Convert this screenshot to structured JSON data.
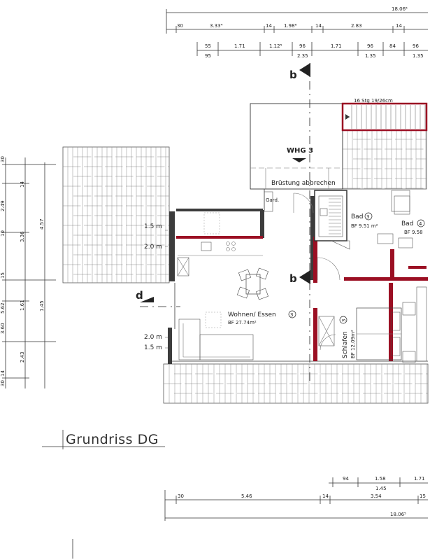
{
  "title": "Grundriss DG",
  "dims_top": {
    "overall": "18.06⁵",
    "row1": [
      "30",
      "3.33⁴",
      "14",
      "1.98⁶",
      "14",
      "2.83",
      "14"
    ],
    "row2a": [
      "55",
      "1.71",
      "1.12⁵",
      "96",
      "1.71",
      "96",
      "84",
      "96"
    ],
    "row2b": [
      "95",
      "2.35",
      "1.35",
      "1.35"
    ]
  },
  "dims_left": {
    "outer": [
      "30",
      "2.49",
      "10",
      "15",
      "3.60",
      "14",
      "30"
    ],
    "mid": [
      "14",
      "3.36",
      "1.61",
      "2.43"
    ],
    "inner": [
      "4.57",
      "1.45"
    ],
    "total": "5.62"
  },
  "dims_bottom": {
    "row1": [
      "94",
      "1.58",
      "1.71",
      "1.45"
    ],
    "row2": [
      "30",
      "5.46",
      "14",
      "3.54",
      "15"
    ],
    "overall": "18.06⁵"
  },
  "section_marks": {
    "b": "b",
    "d": "d"
  },
  "height_lines": [
    "1.5 m",
    "2.0 m",
    "2.0 m",
    "1.5 m"
  ],
  "stair_label": "16 Stg 19/26cm",
  "unit_label": "WHG 3",
  "note": "Brüstung abbrechen",
  "wardrobe": "Gard.",
  "rooms": {
    "bad3": {
      "name": "Bad",
      "num": "3",
      "area": "BF 9.51 m²"
    },
    "bad4": {
      "name": "Bad",
      "num": "4",
      "area": "BF 9.58"
    },
    "wohnen": {
      "name": "Wohnen/ Essen",
      "num": "3",
      "area": "BF 27.74m²"
    },
    "schlafen": {
      "name": "Schlafen",
      "num": "3",
      "area": "BF 12.09m²"
    }
  }
}
